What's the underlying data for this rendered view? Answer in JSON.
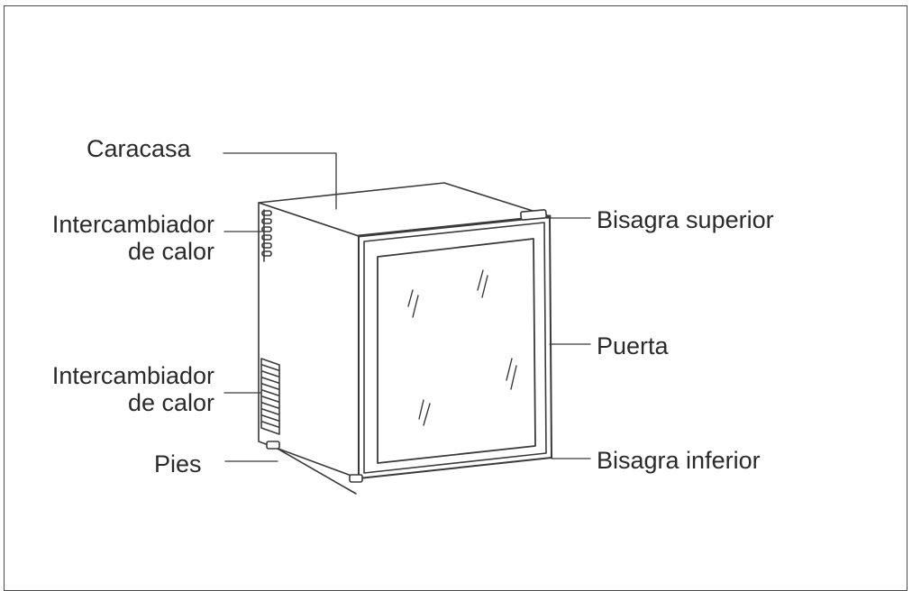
{
  "labels": {
    "housing": "Caracasa",
    "heat_exchanger_top_line1": "Intercambiador",
    "heat_exchanger_top_line2": "de calor",
    "heat_exchanger_bottom_line1": "Intercambiador",
    "heat_exchanger_bottom_line2": "de calor",
    "feet": "Pies",
    "top_hinge": "Bisagra superior",
    "door": "Puerta",
    "bottom_hinge": "Bisagra inferior"
  },
  "colors": {
    "line": "#3a3a3a",
    "text": "#2a2a2a"
  }
}
